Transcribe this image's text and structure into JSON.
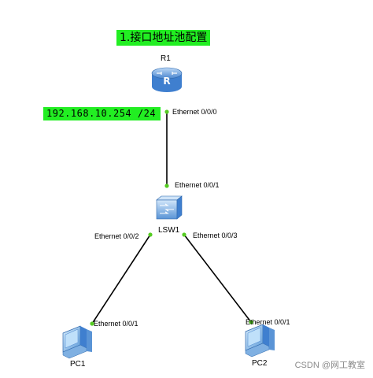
{
  "notes": {
    "title": "1.接口地址池配置",
    "ip": "192.168.10.254 /24"
  },
  "devices": {
    "router": "R1",
    "switch": "LSW1",
    "pc1": "PC1",
    "pc2": "PC2"
  },
  "ports": {
    "r1_e000": "Ethernet 0/0/0",
    "sw_e001": "Ethernet 0/0/1",
    "sw_e002": "Ethernet 0/0/2",
    "sw_e003": "Ethernet 0/0/3",
    "pc1_e001": "Ethernet 0/0/1",
    "pc2_e001": "Ethernet 0/0/1"
  },
  "watermark": "CSDN @网工教室",
  "colors": {
    "note_bg": "#22ee22",
    "port_dot": "#55cc22",
    "device_blue": "#3f7fcf",
    "link": "#000000"
  },
  "icons": {
    "router": "router-icon",
    "switch": "switch-icon",
    "pc1": "pc-icon",
    "pc2": "pc-icon"
  }
}
